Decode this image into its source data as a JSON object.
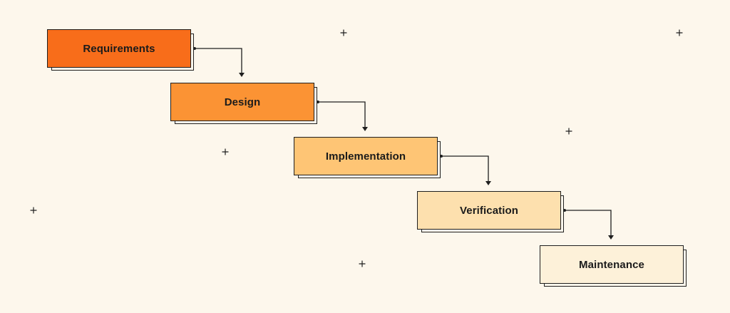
{
  "diagram": {
    "stages": [
      {
        "label": "Requirements",
        "color": "#f86d1a"
      },
      {
        "label": "Design",
        "color": "#fb9334"
      },
      {
        "label": "Implementation",
        "color": "#fec575"
      },
      {
        "label": "Verification",
        "color": "#fde0ae"
      },
      {
        "label": "Maintenance",
        "color": "#fdf1d9"
      }
    ],
    "background": "#fdf7ec",
    "line_color": "#1f1f1f"
  }
}
